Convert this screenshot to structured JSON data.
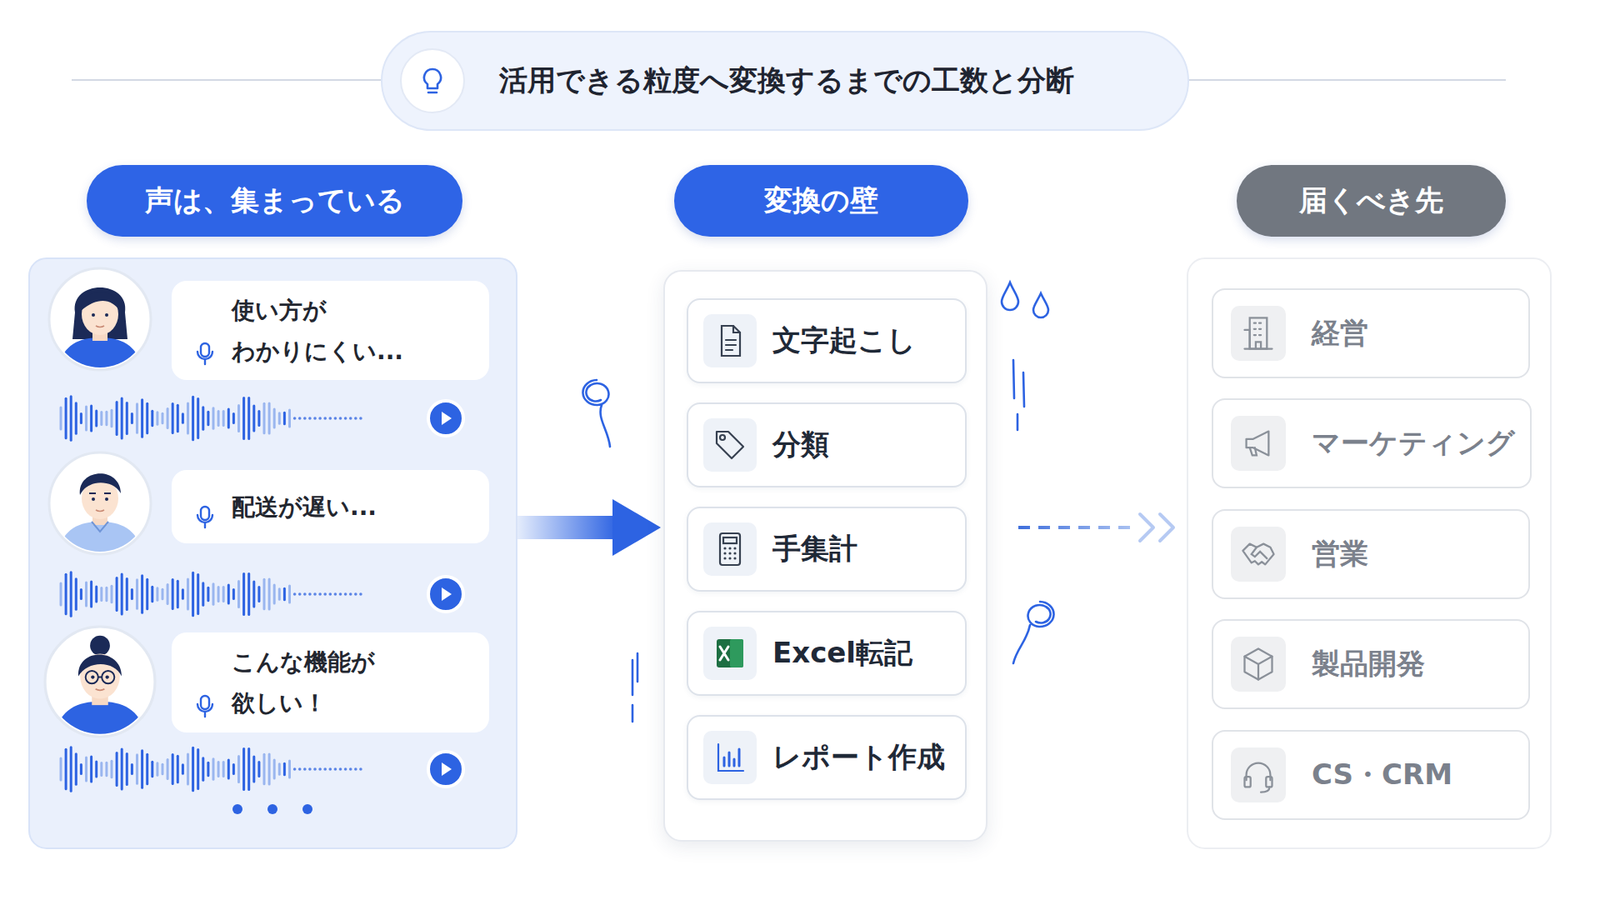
{
  "diagram": {
    "title": "活用できる粒度へ変換するまでの工数と分断",
    "nodes": [
      {
        "text": [
          "声は、集まっている"
        ]
      },
      {
        "text": [
          "使い方が わかりにくい..."
        ],
        "in": 0
      },
      {
        "text": [
          "配送が遅い..."
        ],
        "in": 0
      },
      {
        "text": [
          "こんな機能が 欲しい！"
        ],
        "in": 0
      },
      {
        "text": [
          "変換の壁"
        ]
      },
      {
        "text": [
          "文字起こし"
        ],
        "in": 4
      },
      {
        "text": [
          "分類"
        ],
        "in": 4
      },
      {
        "text": [
          "手集計"
        ],
        "in": 4
      },
      {
        "text": [
          "Excel転記"
        ],
        "in": 4
      },
      {
        "text": [
          "レポート作成"
        ],
        "in": 4
      },
      {
        "text": [
          "届くべき先"
        ]
      },
      {
        "text": [
          "経営"
        ],
        "in": 10
      },
      {
        "text": [
          "マーケティング"
        ],
        "in": 10
      },
      {
        "text": [
          "営業"
        ],
        "in": 10
      },
      {
        "text": [
          "製品開発"
        ],
        "in": 10
      },
      {
        "text": [
          "CS・CRM"
        ],
        "in": 10
      }
    ],
    "edges": [
      {
        "from": 0,
        "to": 4,
        "arrow": "to"
      },
      {
        "from": 4,
        "to": 10,
        "arrow": "to"
      }
    ]
  }
}
